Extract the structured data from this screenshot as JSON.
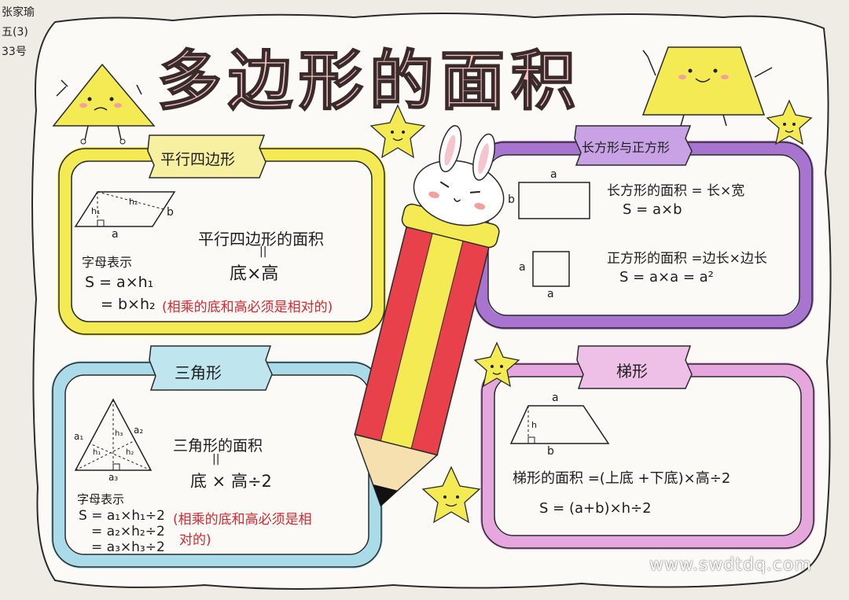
{
  "author": {
    "name": "张家瑜",
    "class": "五(3)",
    "number": "33号"
  },
  "title": "多边形的面积",
  "watermark": "www.swdtdq.com",
  "colors": {
    "yellow": "#f4ea53",
    "purple": "#a774cf",
    "blue": "#a9dbe8",
    "pink": "#e6a6de",
    "red_text": "#d8262e"
  },
  "parallelogram": {
    "label": "平行四边形",
    "fig_labels": {
      "h1": "h₁",
      "h2": "h₂",
      "b": "b",
      "a": "a"
    },
    "formula_title": "平行四边形的面积",
    "equals": "||",
    "formula_words": "底×高",
    "letter_title": "字母表示",
    "eq1": "S = a×h₁",
    "eq2": "= b×h₂",
    "note": "(相乘的底和高必须是相对的)"
  },
  "rectangle": {
    "label": "长方形与正方形",
    "rect_labels": {
      "a": "a",
      "b": "b"
    },
    "rect_formula": "长方形的面积 = 长×宽",
    "rect_eq": "S = a×b",
    "square_labels": {
      "left": "a",
      "bottom": "a"
    },
    "square_formula": "正方形的面积 =边长×边长",
    "square_eq": "S = a×a = a²"
  },
  "triangle": {
    "label": "三角形",
    "fig_labels": {
      "a1": "a₁",
      "a2": "a₂",
      "a3": "a₃",
      "h1": "h₁",
      "h2": "h₂",
      "h3": "h₃"
    },
    "formula_title": "三角形的面积",
    "equals": "||",
    "formula_words": "底 × 高÷2",
    "letter_title": "字母表示",
    "eq1": "S = a₁×h₁÷2",
    "eq2": "= a₂×h₂÷2",
    "eq3": "= a₃×h₃÷2",
    "note1": "(相乘的底和高必须是相",
    "note2": "对的)"
  },
  "trapezoid": {
    "label": "梯形",
    "fig_labels": {
      "a": "a",
      "h": "h",
      "b": "b"
    },
    "formula": "梯形的面积 =(上底 +下底)×高÷2",
    "eq": "S = (a+b)×h÷2"
  }
}
